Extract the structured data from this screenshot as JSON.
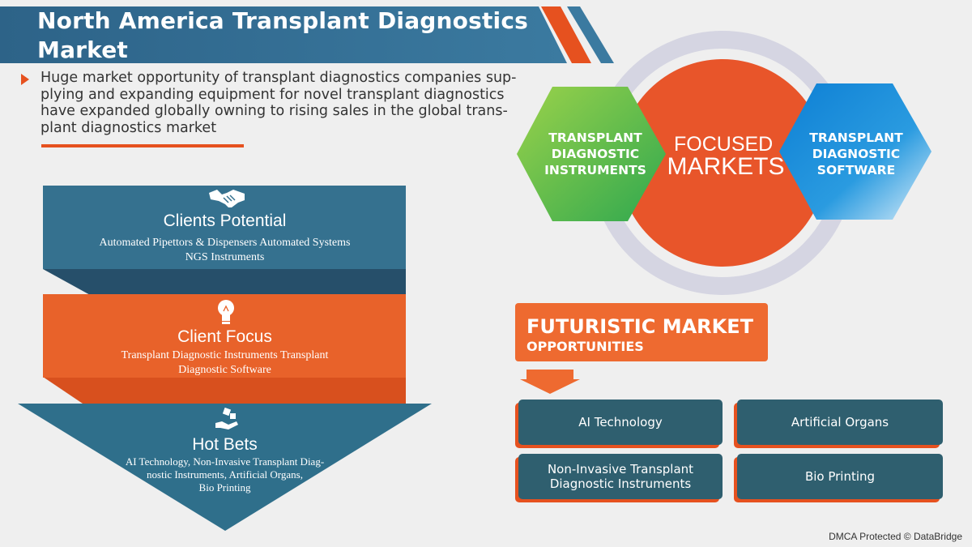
{
  "header": {
    "title_line1": "North America Transplant Diagnostics",
    "title_line2": "Market"
  },
  "intro": {
    "text": "Huge market opportunity of transplant diagnostics companies sup-plying and expanding equipment for novel transplant diagnostics have expanded globally owning to rising sales in the global trans-plant diagnostics market"
  },
  "funnel": {
    "clients_potential": {
      "title": "Clients Potential",
      "line1": "Automated Pipettors & Dispensers Automated Systems",
      "line2": "NGS Instruments",
      "icon": "handshake-icon"
    },
    "client_focus": {
      "title": "Client Focus",
      "line1": "Transplant Diagnostic Instruments Transplant",
      "line2": "Diagnostic Software",
      "icon": "lightbulb-icon"
    },
    "hot_bets": {
      "title": "Hot Bets",
      "line1": "AI Technology, Non-Invasive Transplant Diag-",
      "line2": "nostic Instruments, Artificial Organs,",
      "line3": "Bio Printing",
      "icon": "hand-dice-icon"
    }
  },
  "focused": {
    "left_hex": [
      "TRANSPLANT",
      "DIAGNOSTIC",
      "INSTRUMENTS"
    ],
    "center_line1": "FOCUSED",
    "center_line2": "MARKETS",
    "right_hex": [
      "TRANSPLANT",
      "DIAGNOSTIC",
      "SOFTWARE"
    ]
  },
  "futuristic": {
    "title": "FUTURISTIC MARKET",
    "subtitle": "OPPORTUNITIES",
    "items": [
      "AI Technology",
      "Artificial Organs",
      "Non-Invasive Transplant Diagnostic Instruments",
      "Bio Printing"
    ]
  },
  "footer": {
    "text": "DMCA Protected © DataBridge"
  },
  "colors": {
    "navy": "#35718f",
    "teal_dark": "#2f5f6f",
    "orange": "#e6511f",
    "orange_light": "#f47a3c",
    "green": "#8cc63f",
    "blue": "#1b8ad6",
    "ring": "#d3d3e0"
  }
}
